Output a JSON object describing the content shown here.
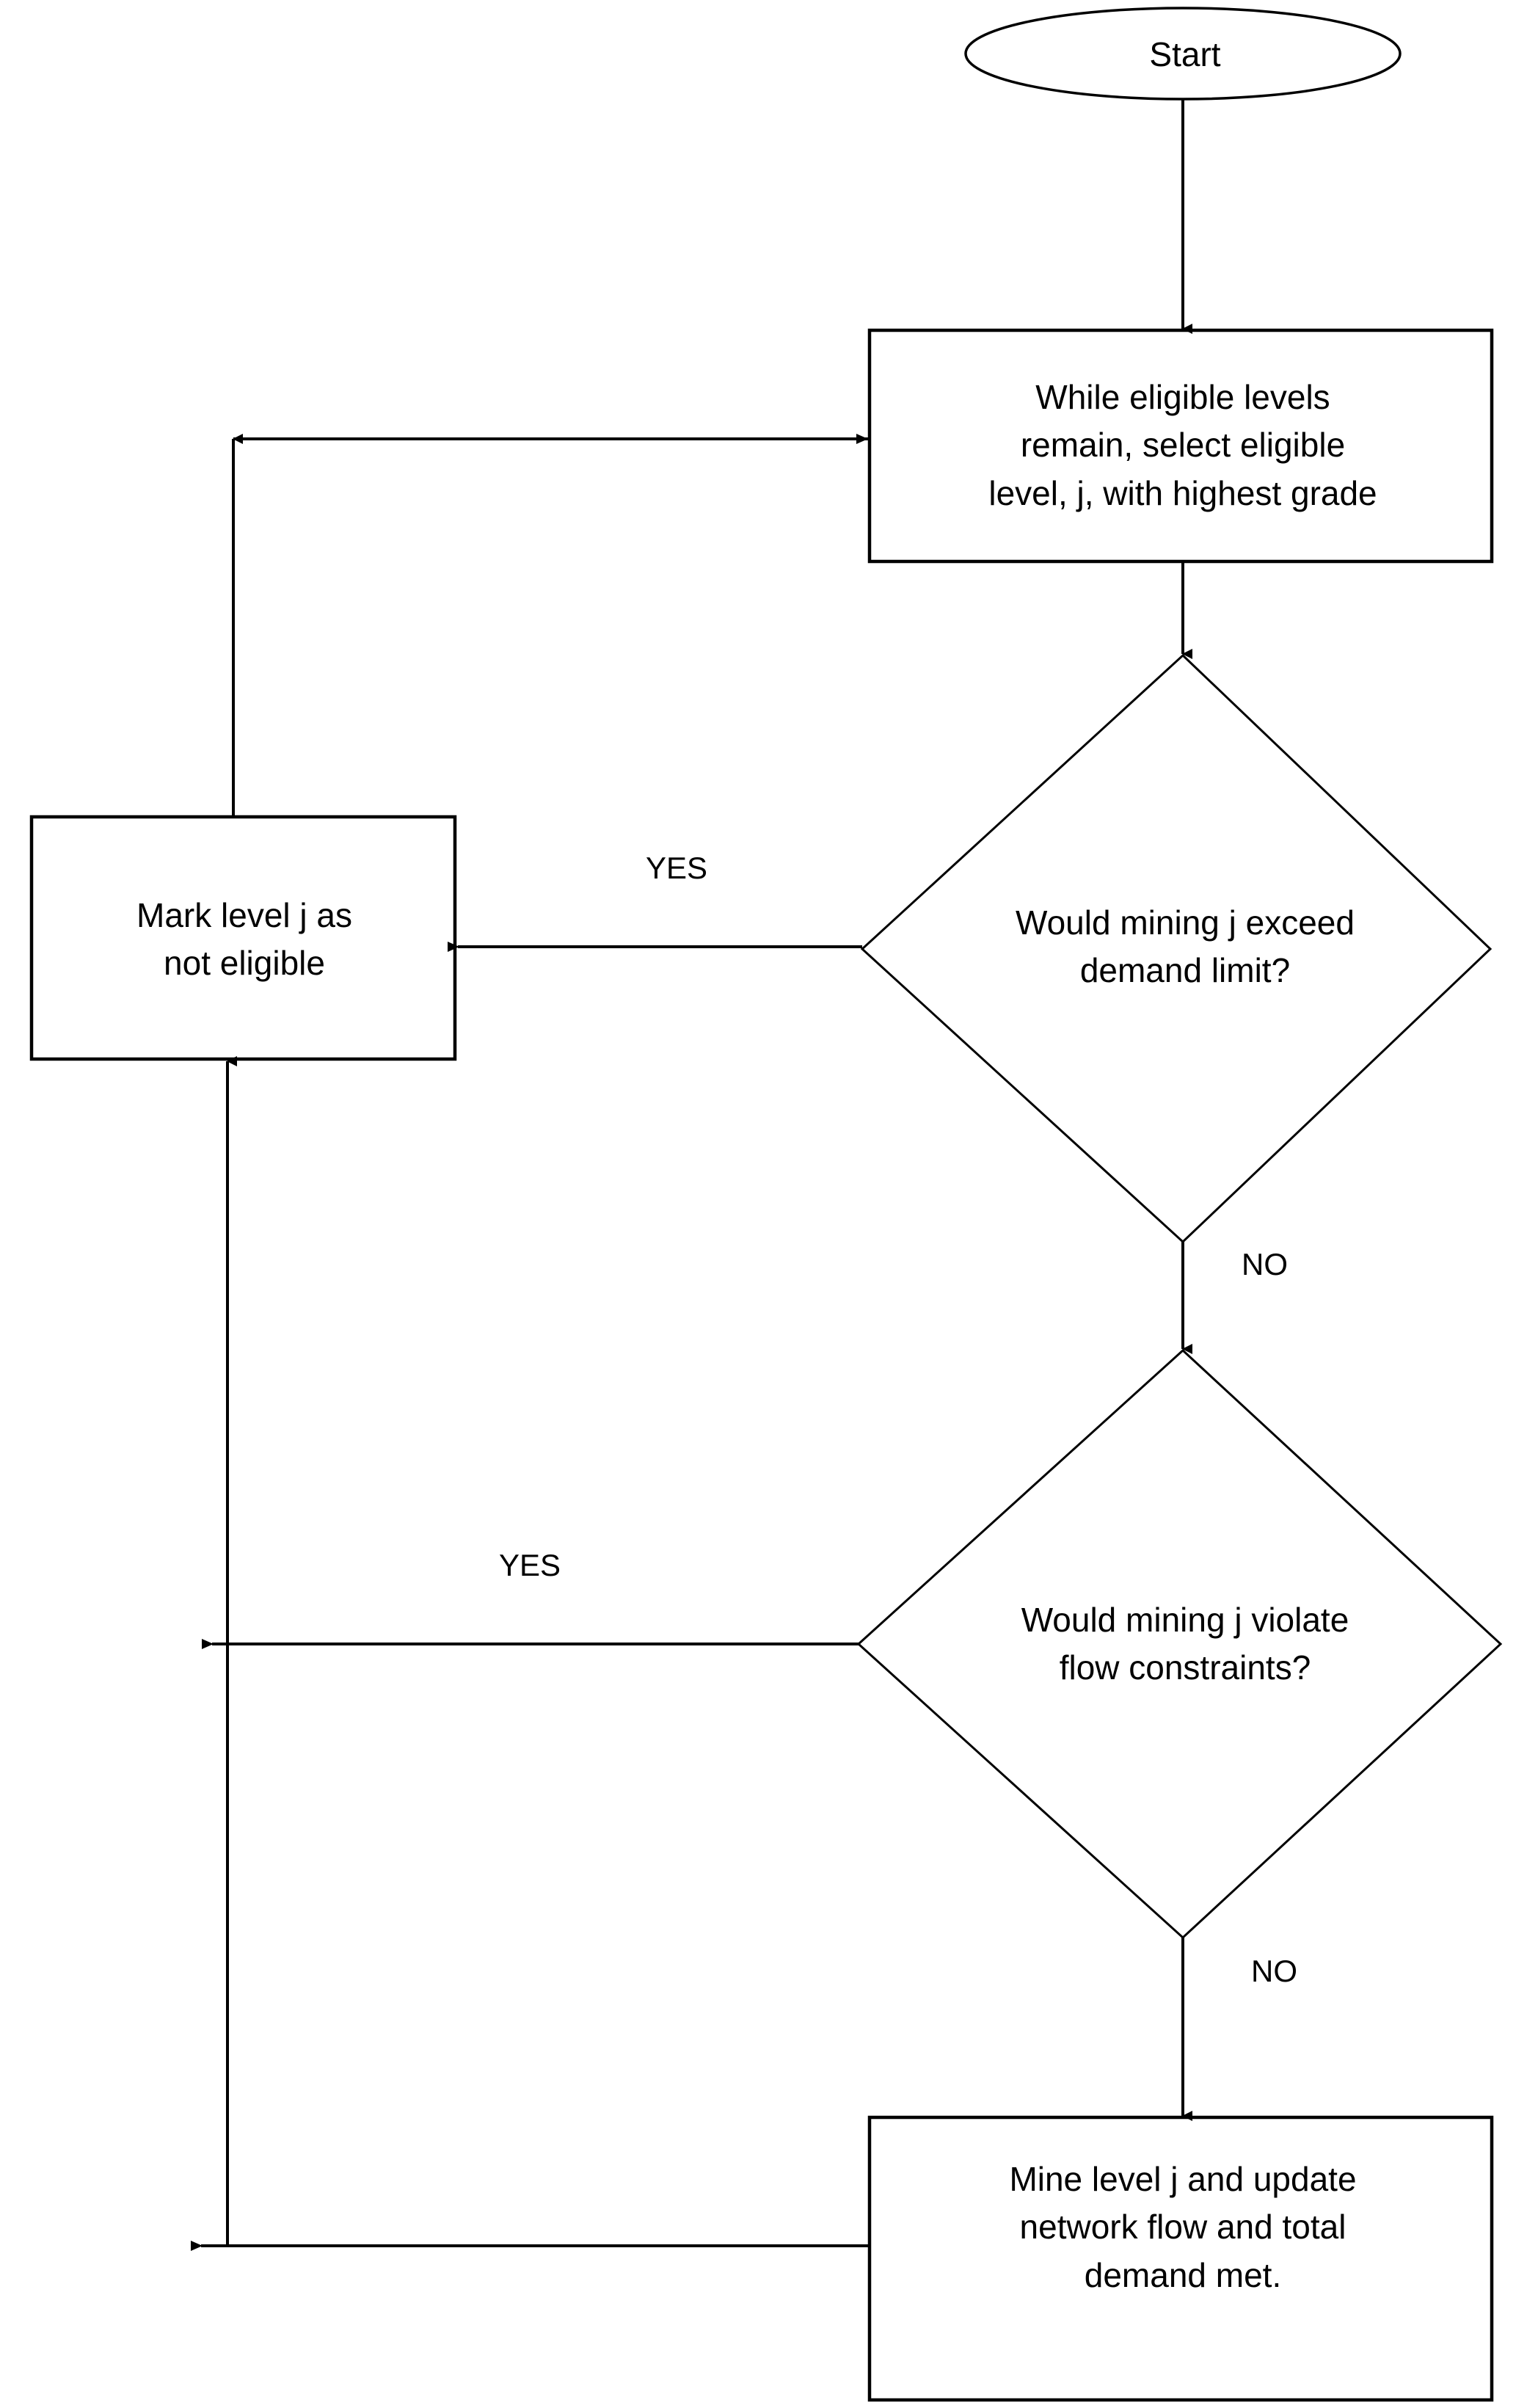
{
  "diagram": {
    "title": "Mining level selection flowchart",
    "background_color": "#ffffff",
    "stroke_color": "#000000",
    "text_color": "#000000"
  },
  "nodes": {
    "start": {
      "shape": "oval",
      "label": "Start"
    },
    "process_select_level": {
      "shape": "rectangle",
      "label": "While eligible levels\nremain, select eligible\nlevel, j, with highest grade"
    },
    "decision_demand": {
      "shape": "diamond",
      "label": "Would mining j exceed\ndemand limit?"
    },
    "process_mark_not_eligible": {
      "shape": "rectangle",
      "label": "Mark level j as\nnot eligible"
    },
    "decision_flow": {
      "shape": "diamond",
      "label": "Would mining j violate\nflow constraints?"
    },
    "process_mine_level": {
      "shape": "rectangle",
      "label": "Mine level j and update\nnetwork flow and total\ndemand met."
    }
  },
  "edge_labels": {
    "demand_yes": "YES",
    "demand_no": "NO",
    "flow_yes": "YES",
    "flow_no": "NO"
  }
}
